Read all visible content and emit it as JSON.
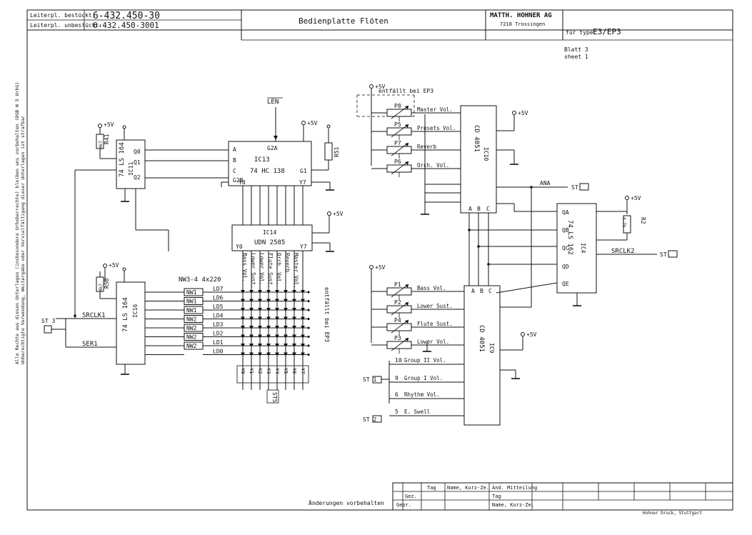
{
  "title_block": {
    "label_equipped": "Leiterpl. bestückt:",
    "number_equipped": "6-432.450-30",
    "label_unequipped": "Leiterpl. unbestückt:",
    "number_unequipped": "6-432.450-3001",
    "title": "Bedienplatte Flöten",
    "company": "MATTH. HOHNER AG",
    "company_city": "7218 Trossingen",
    "for_type_label": "für type:",
    "for_type_value": "E3/EP3",
    "sheet_de": "Blatt 3",
    "sheet_en": "sheet 1"
  },
  "side_note": [
    "Alle Rechte aus diesen Unterlagen (insbesondere Urheberrechte) bleiben uns vorbehalten (DGB W 5 UrhG)",
    "Unberechtigte Verwendung, Weitergabe oder Vervielfältigung dieser Unterlagen ist strafbar"
  ],
  "signals": {
    "len": "LEN",
    "srclk1": "SRCLK1",
    "ser1": "SER1",
    "srclk2": "SRCLK2",
    "ana": "ANA",
    "nw_header": "NW3-4  4x220",
    "entfaellt_ep3_top": "entfällt bei EP3",
    "entfaellt_ep3_side": "entfällt bei EP3"
  },
  "supplies": {
    "vcc": "+5V"
  },
  "chips": {
    "ic11": {
      "name": "IC11",
      "part": "74 LS 164"
    },
    "ic13": {
      "name": "IC13",
      "part": "74 HC 138"
    },
    "ic14": {
      "name": "IC14",
      "part": "UDN 2585"
    },
    "ic16": {
      "name": "IC16",
      "part": "74 LS 164"
    },
    "ic10": {
      "name": "IC10",
      "part": "CD 4051"
    },
    "ic4": {
      "name": "IC4",
      "part": "74 LS 162"
    },
    "ic9": {
      "name": "IC9",
      "part": "CD 4051"
    }
  },
  "resistors": {
    "r41": "R41",
    "r41_val": "4k7",
    "r51": "R51",
    "r50": "R50",
    "r50_val": "4k7",
    "r2": "R2",
    "r2_val": "4.7k"
  },
  "pots": {
    "p8": "P8",
    "p5": "P5",
    "p7": "P7",
    "p6": "P6",
    "p1": "P1",
    "p2": "P2",
    "p4": "P4",
    "p3": "P3"
  },
  "ic10_inputs": [
    "Master Vol.",
    "Presets Vol.",
    "Reverb",
    "Orch. Vol."
  ],
  "ic9_inputs": [
    "Bass Vol.",
    "Lower Sust.",
    "Flute Sust.",
    "Lower Vol."
  ],
  "ic9_ext_inputs": [
    {
      "pin": "10",
      "label": "Group II Vol."
    },
    {
      "pin": "9",
      "label": "Group I Vol."
    },
    {
      "pin": "6",
      "label": "Rhythm Vol."
    },
    {
      "pin": "5",
      "label": "E. Swell"
    }
  ],
  "column_labels": [
    "Bass Vol.",
    "Lower Sust.",
    "Lower Vol.",
    "Flute Sust.",
    "Orch. Vol.",
    "Reverb",
    "Master Vol."
  ],
  "leds": [
    "NW1",
    "NW1",
    "NW1",
    "NW2",
    "NW2",
    "NW2",
    "NW2"
  ],
  "led_rows": [
    "LD7",
    "LD6",
    "LD5",
    "LD4",
    "LD3",
    "LD2",
    "LD1",
    "LD0"
  ],
  "connector": {
    "name": "ST",
    "y_pins": [
      "Y0",
      "Y1",
      "Y2",
      "Y3",
      "Y4",
      "Y5",
      "Y6",
      "Y7"
    ],
    "bank": "ST5"
  },
  "connector_refs": {
    "st3": "ST 3",
    "st2": "ST 2",
    "st1": "ST 1"
  },
  "revision_block": {
    "change_label": "Änderungen vorbehalten",
    "tag": "Tag",
    "name": "Name, Kurz-Ze.",
    "change": "Änd. Mitteilung",
    "drawn": "Gez.",
    "checked": "Gepr.",
    "name2": "Name, Kurz-Ze."
  },
  "footer_note": "Hohner Druck, Stuttgart"
}
